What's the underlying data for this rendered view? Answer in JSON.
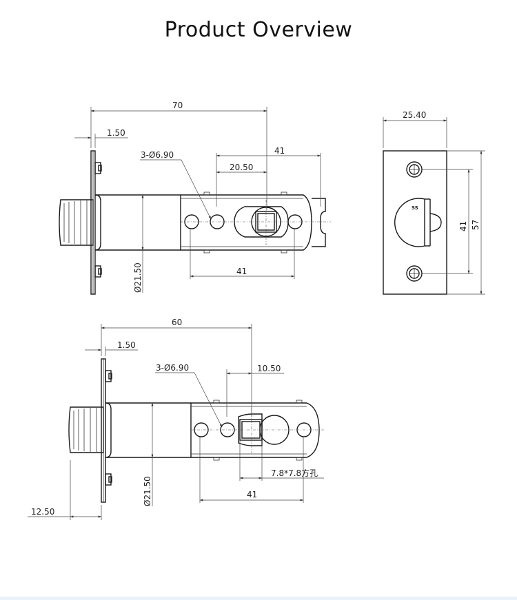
{
  "title": "Product Overview",
  "dims_top": {
    "d70": "70",
    "d150": "1.50",
    "holes": "3-Ø6.90",
    "d41_top": "41",
    "d2050": "20.50",
    "d41_bottom": "41",
    "dia": "Ø21.50"
  },
  "dims_plate": {
    "w": "25.40",
    "h41": "41",
    "h57": "57",
    "mark": "SS"
  },
  "dims_bottom": {
    "d60": "60",
    "d150": "1.50",
    "holes": "3-Ø6.90",
    "d1050": "10.50",
    "square": "7.8*7.8方孔",
    "d41": "41",
    "dia": "Ø21.50",
    "d1250": "12.50"
  }
}
